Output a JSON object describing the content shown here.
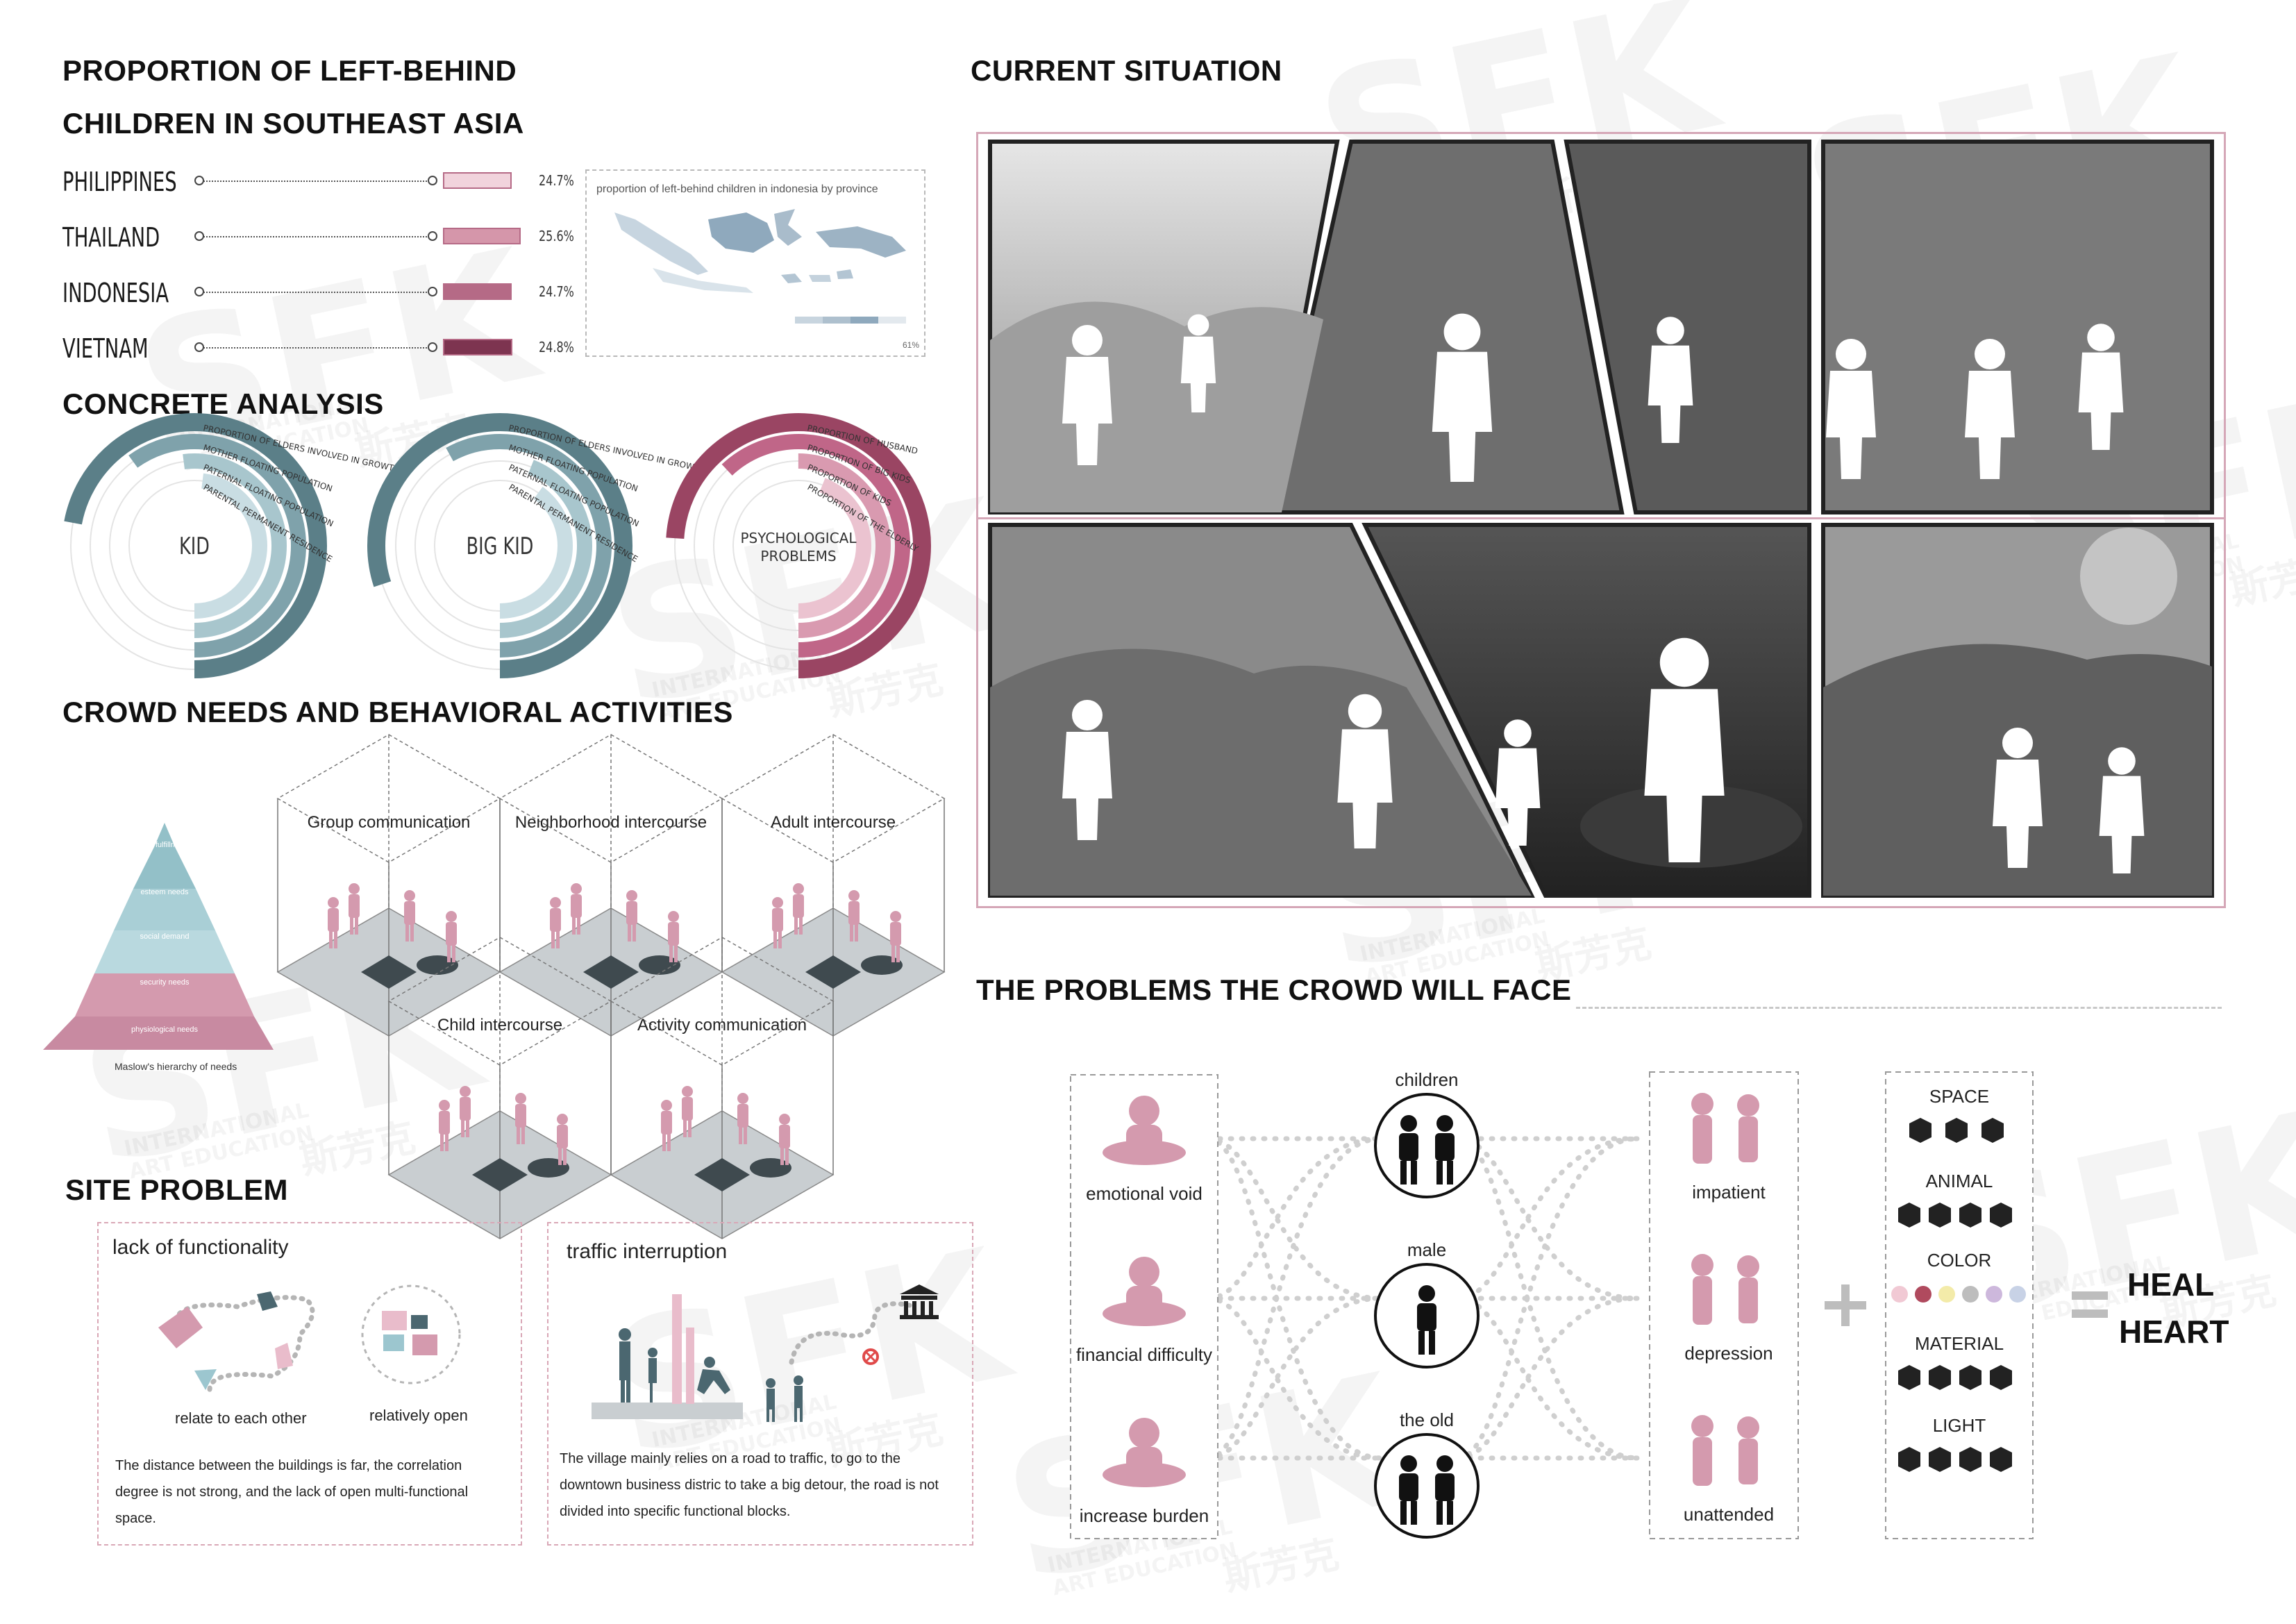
{
  "headings": {
    "proportion_1": "PROPORTION OF LEFT-BEHIND",
    "proportion_2": "CHILDREN IN SOUTHEAST ASIA",
    "concrete": "CONCRETE ANALYSIS",
    "crowd_needs": "CROWD NEEDS AND BEHAVIORAL ACTIVITIES",
    "site_problem": "SITE PROBLEM",
    "current": "CURRENT SITUATION",
    "problems": "THE PROBLEMS THE CROWD WILL FACE"
  },
  "chart_data": [
    {
      "type": "bar",
      "categories": [
        "PHILIPPINES",
        "THAILAND",
        "INDONESIA",
        "VIETNAM"
      ],
      "values": [
        24.7,
        25.6,
        24.7,
        24.8
      ],
      "labels": [
        "24.7%",
        "25.6%",
        "24.7%",
        "24.8%"
      ],
      "colors": [
        "#f1d3dc",
        "#d596aa",
        "#b56a86",
        "#7d3450"
      ]
    },
    {
      "type": "pie",
      "center": "KID",
      "legend": [
        "PROPORTION OF ELDERS INVOLVED IN GROWTH",
        "MOTHER FLOATING POPULATION",
        "PATERNAL FLOATING POPULATION",
        "PARENTAL PERMANENT RESIDENCE"
      ],
      "values": [
        72,
        60,
        52,
        48
      ],
      "color": "#5b7f88"
    },
    {
      "type": "pie",
      "center": "BIG KID",
      "legend": [
        "PROPORTION OF ELDERS INVOLVED IN GROWTH",
        "MOTHER FLOATING POPULATION",
        "PATERNAL FLOATING POPULATION",
        "PARENTAL PERMANENT RESIDENCE"
      ],
      "values": [
        80,
        58,
        44,
        40
      ],
      "color": "#5b7f88"
    },
    {
      "type": "pie",
      "center_1": "PSYCHOLOGICAL",
      "center_2": "PROBLEMS",
      "legend": [
        "PROPORTION OF HUSBAND",
        "PROPORTION OF BIG KIDS",
        "PROPORTION OF KIDS",
        "PROPORTION OF THE ELDERLY"
      ],
      "values": [
        74,
        62,
        50,
        44
      ],
      "color": "#9a4563"
    }
  ],
  "map": {
    "caption": "proportion of left-behind children in indonesia by province",
    "scale_max": "61%"
  },
  "pyramid": {
    "levels": [
      "self fulfillment",
      "esteem needs",
      "social demand",
      "security needs",
      "physiological needs"
    ],
    "caption": "Maslow's hierarchy of needs"
  },
  "activities": {
    "group": "Group communication",
    "neighborhood": "Neighborhood intercourse",
    "adult": "Adult intercourse",
    "child": "Child intercourse",
    "activity": "Activity communication"
  },
  "site": {
    "lack_title": "lack of functionality",
    "relate": "relate to each other",
    "open": "relatively open",
    "lack_text": "The distance between the buildings is far, the correlation degree is not strong, and the lack of open multi-functional space.",
    "traffic_title": "traffic interruption",
    "traffic_text": "The village mainly relies on a road to traffic, to go to the downtown business distric to take a big detour, the road is not divided into specific functional blocks."
  },
  "problems": {
    "col1": [
      "emotional void",
      "financial difficulty",
      "increase burden"
    ],
    "col2": [
      "children",
      "male",
      "the old"
    ],
    "col3": [
      "impatient",
      "depression",
      "unattended"
    ],
    "col4": [
      "SPACE",
      "ANIMAL",
      "COLOR",
      "MATERIAL",
      "LIGHT"
    ],
    "result_1": "HEAL",
    "result_2": "HEART",
    "swatches": [
      "#f1c9d4",
      "#b04a5e",
      "#f3eba9",
      "#bdbdbd",
      "#cdb8dc",
      "#c8d2e6"
    ]
  },
  "watermark": {
    "big": "SFK",
    "line1": "INTERNATIONAL",
    "line2": "ART EDUCATION",
    "cn": "斯芳克"
  },
  "colors": {
    "pink": "#d9a2b5",
    "deep_pink": "#9a4563",
    "teal": "#5b7f88",
    "light_teal": "#c9dde3",
    "grey": "#c9ced1"
  }
}
